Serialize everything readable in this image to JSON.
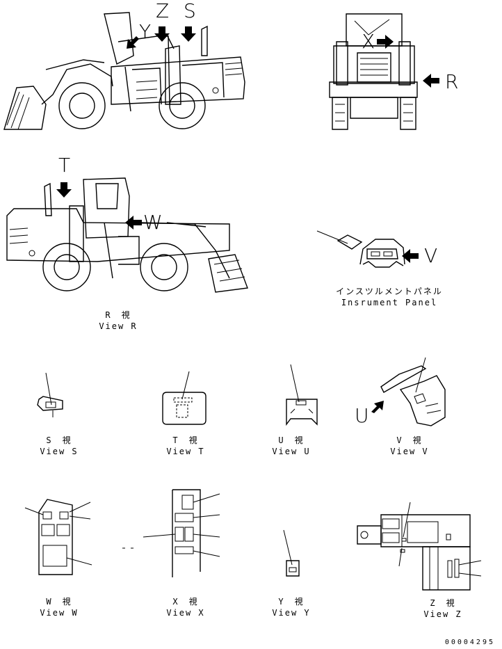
{
  "callouts": {
    "z": "Z",
    "s": "S",
    "y": "Y",
    "x": "X",
    "r": "R",
    "t": "T",
    "w": "W",
    "v": "V",
    "u": "U"
  },
  "captions": {
    "view_r_jp": "R　視",
    "view_r_en": "View R",
    "instrument_panel_jp": "インスツルメントパネル",
    "instrument_panel_en": "Insrument Panel",
    "view_s_jp": "S　視",
    "view_s_en": "View S",
    "view_t_jp": "T　視",
    "view_t_en": "View T",
    "view_u_jp": "U　視",
    "view_u_en": "View U",
    "view_v_jp": "V　視",
    "view_v_en": "View V",
    "view_w_jp": "W　視",
    "view_w_en": "View W",
    "view_x_jp": "X　視",
    "view_x_en": "View X",
    "view_y_jp": "Y　視",
    "view_y_en": "View Y",
    "view_z_jp": "Z　視",
    "view_z_en": "View Z"
  },
  "drawing_code": "00004295"
}
